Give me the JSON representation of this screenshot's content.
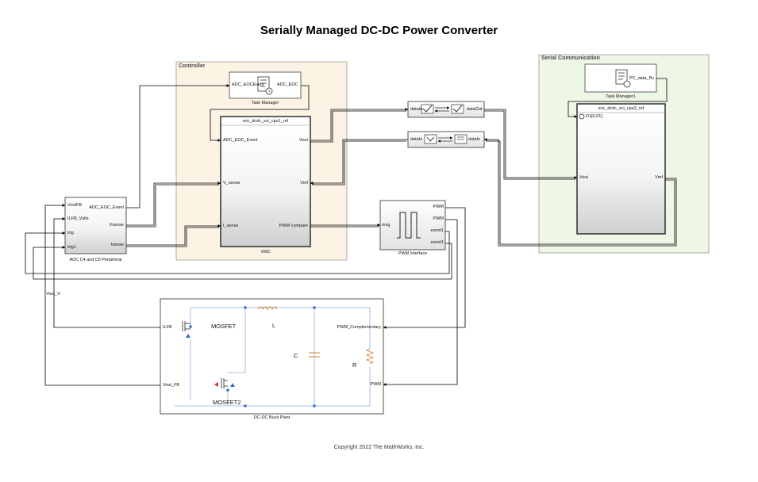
{
  "title": "Serially Managed DC-DC Power Converter",
  "copyright": "Copyright 2022 The MathWorks, Inc.",
  "areas": {
    "controller": "Controller",
    "serial": "Serial Communication"
  },
  "blocks": {
    "task_manager": {
      "label": "Task Manager",
      "in_port": "ADC_EOCEvent",
      "out_port": "ADC_EOC"
    },
    "vmc": {
      "label": "VMC",
      "header": "soc_dcdc_sci_cpu1_ref",
      "inputs": [
        "ADC_EOC_Event",
        "V_sense",
        "I_sense"
      ],
      "outputs": [
        "Vout",
        "Vref",
        "PWM compare"
      ]
    },
    "adc": {
      "label": "ADC C4 and C5 Peripheral",
      "inputs": [
        "VoutFB",
        "ILFB_Volts",
        "trig",
        "trig1"
      ],
      "outputs": [
        "ADC_EOC_Event",
        "Vsense",
        "Isense"
      ]
    },
    "sci_tx": {
      "in_port": "dataIn",
      "out_port": "dataOut"
    },
    "sci_rx": {
      "in_port": "dataIn",
      "out_port": "dataIn"
    },
    "task_manager1": {
      "label": "Task Manager1",
      "out_port": "PC_data_Rx"
    },
    "cpu2": {
      "header": "soc_dcdc_sci_cpu2_ref",
      "rate": "D1[0.01]",
      "input": "Vout",
      "output": "Vref"
    },
    "pwm": {
      "label": "PWM Interface",
      "input": "msg",
      "outputs": [
        "PWM",
        "PWM",
        "event1",
        "event1"
      ]
    },
    "plant": {
      "label": "DC-DC Buck Plant",
      "ports_left": [
        "ILFB",
        "Vout_FB"
      ],
      "ports_right": [
        "PWM_Complementary",
        "PWM"
      ],
      "mosfet1": "MOSFET",
      "mosfet2": "MOSFET2",
      "inductor": "L",
      "capacitor": "C",
      "resistor": "R"
    }
  },
  "signals": {
    "vout_v": "Vout_V"
  }
}
